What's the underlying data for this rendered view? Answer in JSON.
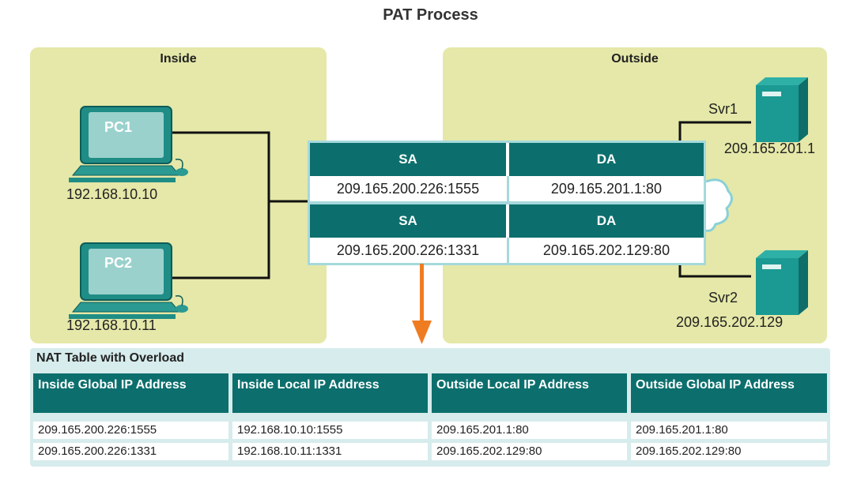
{
  "title": "PAT Process",
  "inside": {
    "label": "Inside",
    "pc1": {
      "name": "PC1",
      "ip": "192.168.10.10"
    },
    "pc2": {
      "name": "PC2",
      "ip": "192.168.10.11"
    }
  },
  "outside": {
    "label": "Outside",
    "svr1": {
      "name": "Svr1",
      "ip": "209.165.201.1"
    },
    "svr2": {
      "name": "Svr2",
      "ip": "209.165.202.129"
    }
  },
  "packets": [
    {
      "sa_label": "SA",
      "da_label": "DA",
      "sa": "209.165.200.226:1555",
      "da": "209.165.201.1:80"
    },
    {
      "sa_label": "SA",
      "da_label": "DA",
      "sa": "209.165.200.226:1331",
      "da": "209.165.202.129:80"
    }
  ],
  "nat_table": {
    "title": "NAT Table with Overload",
    "headers": [
      "Inside Global IP Address",
      "Inside Local IP Address",
      "Outside Local IP Address",
      "Outside Global IP Address"
    ],
    "rows": [
      [
        "209.165.200.226:1555",
        "192.168.10.10:1555",
        "209.165.201.1:80",
        "209.165.201.1:80"
      ],
      [
        "209.165.200.226:1331",
        "192.168.10.11:1331",
        "209.165.202.129:80",
        "209.165.202.129:80"
      ]
    ]
  },
  "colors": {
    "zone": "#e5e8a8",
    "header_teal": "#0c6f6d",
    "packet_border": "#a6d9dc",
    "server": "#1a9a92",
    "arrow": "#f07c22",
    "table_bg": "#d7ecec"
  },
  "icons": [
    "pc-icon",
    "server-icon",
    "cloud-icon",
    "arrow-down-icon"
  ]
}
